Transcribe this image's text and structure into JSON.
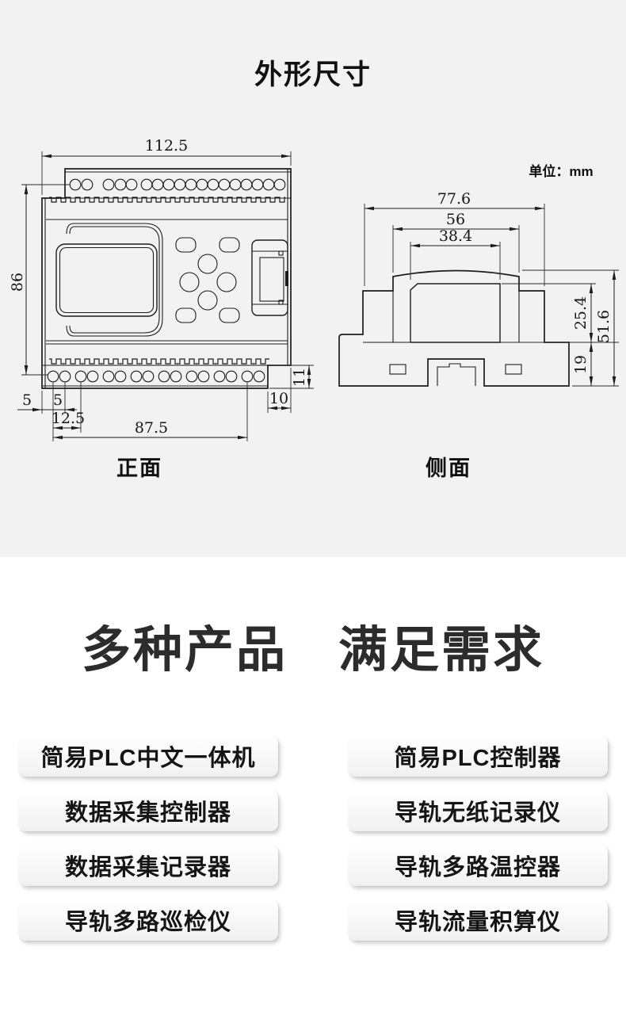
{
  "title": "外形尺寸",
  "unit_label": "单位：mm",
  "front_view": {
    "caption": "正面",
    "dims": {
      "width": "112.5",
      "height": "86",
      "left_margin": "5",
      "hole_pitch": "5",
      "second_pitch": "12.5",
      "span": "87.5",
      "notch_width": "10",
      "notch_height": "11"
    }
  },
  "side_view": {
    "caption": "侧面",
    "dims": {
      "overall_width": "77.6",
      "cap_width": "56",
      "module_width": "38.4",
      "module_depth": "25.4",
      "overall_depth": "51.6",
      "base_depth": "19"
    }
  },
  "products": {
    "heading_part1": "多种产品",
    "heading_part2": "满足需求",
    "left_column": [
      "简易PLC中文一体机",
      "数据采集控制器",
      "数据采集记录器",
      "导轨多路巡检仪"
    ],
    "right_column": [
      "简易PLC控制器",
      "导轨无纸记录仪",
      "导轨多路温控器",
      "导轨流量积算仪"
    ]
  }
}
